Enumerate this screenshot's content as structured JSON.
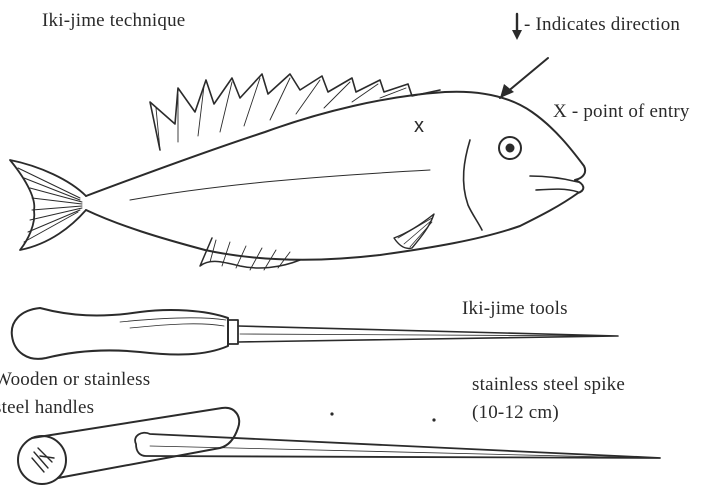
{
  "title": "Iki-jime technique",
  "legend": {
    "direction": "- Indicates direction",
    "entry": "X - point of entry"
  },
  "entry_mark": "x",
  "tools": {
    "title": "Iki-jime tools",
    "handle_line1": "Wooden or stainless",
    "handle_line2": "steel handles",
    "spike_line1": "stainless steel spike",
    "spike_line2": "(10-12  cm)"
  }
}
